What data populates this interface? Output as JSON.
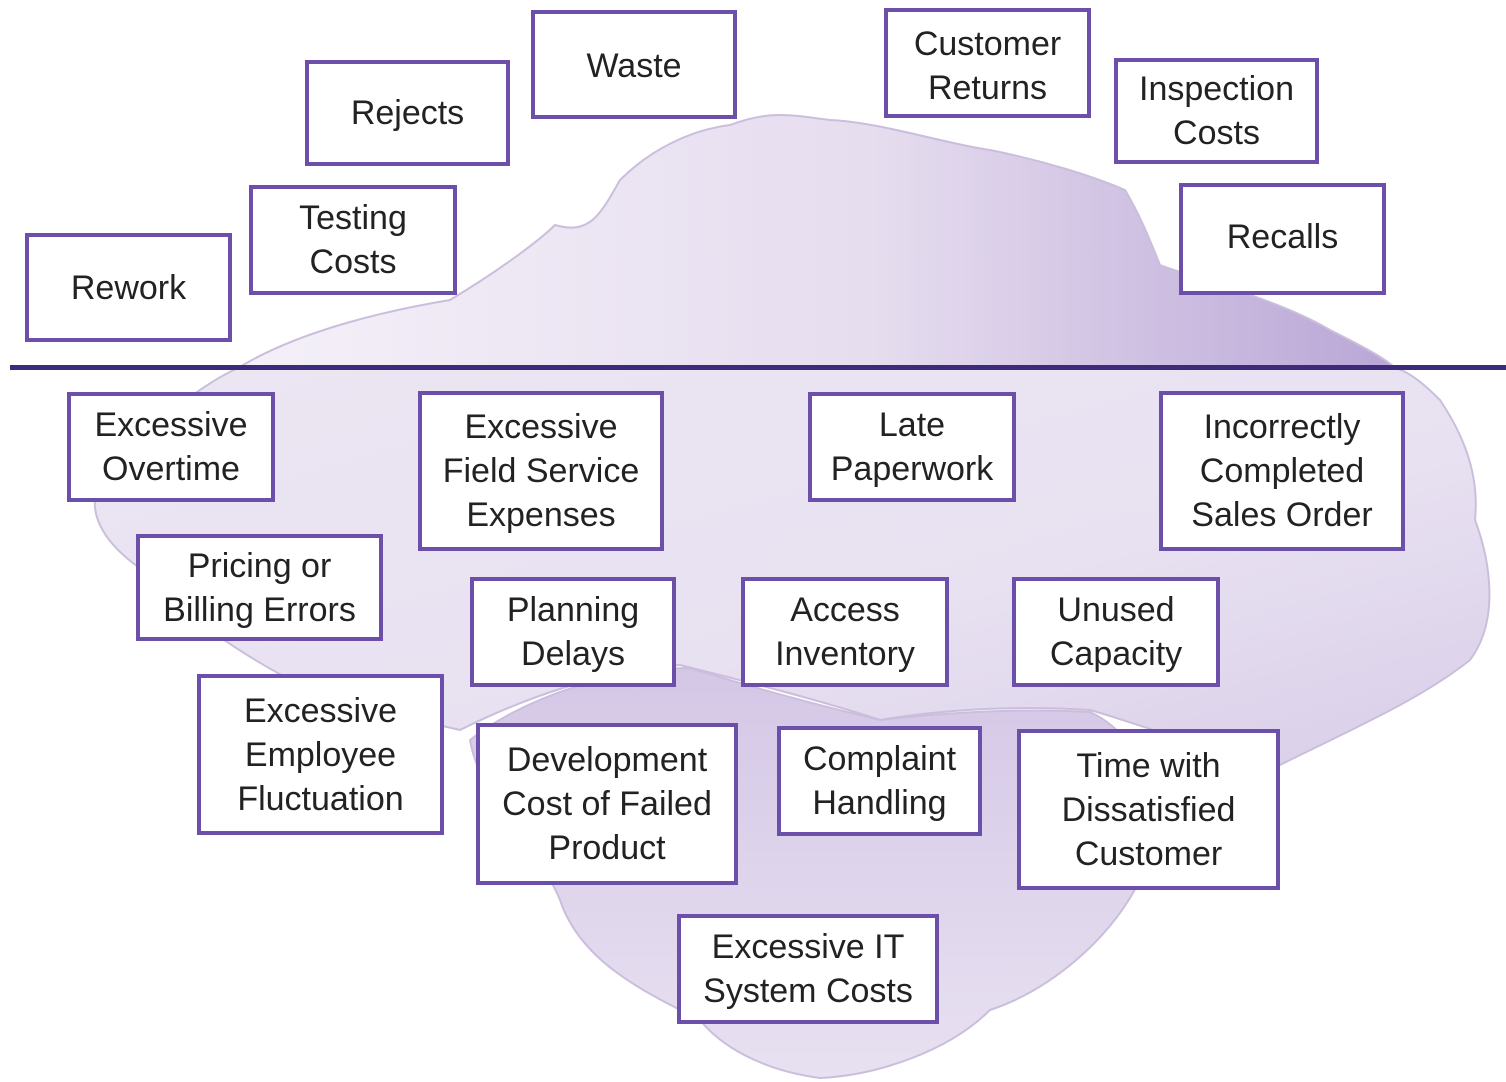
{
  "colors": {
    "box_border": "#6b4fa8",
    "waterline": "#3d2a7a",
    "iceberg_light": "#ece6f3",
    "iceberg_mid": "#d4c7e6",
    "iceberg_dark": "#b9a6d6"
  },
  "above_water": [
    {
      "label": "Rework"
    },
    {
      "label": "Testing\nCosts"
    },
    {
      "label": "Rejects"
    },
    {
      "label": "Waste"
    },
    {
      "label": "Customer\nReturns"
    },
    {
      "label": "Inspection\nCosts"
    },
    {
      "label": "Recalls"
    }
  ],
  "below_water": [
    {
      "label": "Excessive\nOvertime"
    },
    {
      "label": "Excessive\nField Service\nExpenses"
    },
    {
      "label": "Late\nPaperwork"
    },
    {
      "label": "Incorrectly\nCompleted\nSales Order"
    },
    {
      "label": "Pricing or\nBilling Errors"
    },
    {
      "label": "Planning\nDelays"
    },
    {
      "label": "Access\nInventory"
    },
    {
      "label": "Unused\nCapacity"
    },
    {
      "label": "Excessive\nEmployee\nFluctuation"
    },
    {
      "label": "Development\nCost of Failed\nProduct"
    },
    {
      "label": "Complaint\nHandling"
    },
    {
      "label": "Time with\nDissatisfied\nCustomer"
    },
    {
      "label": "Excessive IT\nSystem Costs"
    }
  ]
}
